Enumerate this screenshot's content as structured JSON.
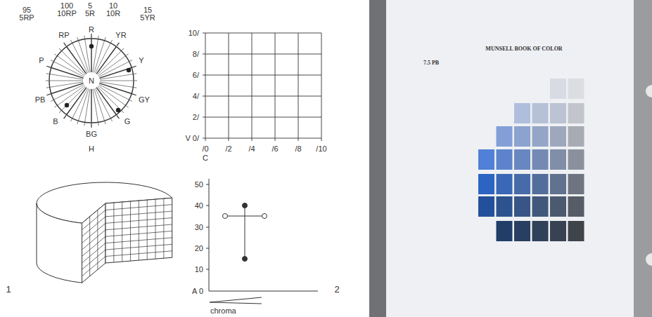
{
  "diagram": {
    "labels": [
      "95",
      "5RP",
      "100",
      "10RP",
      "5",
      "5R",
      "10",
      "10R",
      "15",
      "5YR",
      "R",
      "RP",
      "YR",
      "P",
      "Y",
      "PB",
      "GY",
      "B",
      "G",
      "BG",
      "H",
      "N",
      "10/",
      "8/",
      "6/",
      "4/",
      "2/",
      "V 0/",
      "/0",
      "/2",
      "/4",
      "/6",
      "/8",
      "/10",
      "C",
      "50",
      "40",
      "30",
      "20",
      "10",
      "A 0",
      "chroma",
      "1",
      "2",
      "MUNSELL BOOK OF COLOR",
      "7.5 PB"
    ]
  }
}
